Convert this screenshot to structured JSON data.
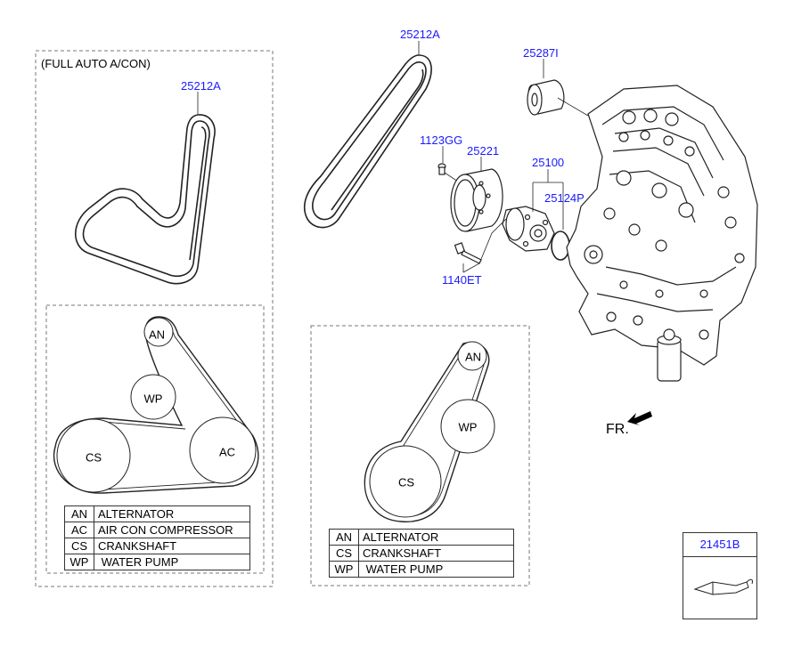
{
  "left_group": {
    "title": "(FULL AUTO A/CON)",
    "belt_part": "25212A"
  },
  "parts": {
    "belt_main": "25212A",
    "idler": "25287I",
    "bolt_small": "1123GG",
    "pulley": "25221",
    "water_pump": "25100",
    "gasket": "25124P",
    "bolt_long": "1140ET"
  },
  "direction": "FR.",
  "ref_box": {
    "part": "21451B"
  },
  "routing_ac": {
    "circles": {
      "an": "AN",
      "wp": "WP",
      "cs": "CS",
      "ac": "AC"
    },
    "legend": [
      {
        "code": "AN",
        "name": "ALTERNATOR"
      },
      {
        "code": "AC",
        "name": "AIR CON COMPRESSOR"
      },
      {
        "code": "CS",
        "name": "CRANKSHAFT"
      },
      {
        "code": "WP",
        "name": " WATER PUMP"
      }
    ]
  },
  "routing_std": {
    "circles": {
      "an": "AN",
      "wp": "WP",
      "cs": "CS"
    },
    "legend": [
      {
        "code": "AN",
        "name": "ALTERNATOR"
      },
      {
        "code": "CS",
        "name": "CRANKSHAFT"
      },
      {
        "code": "WP",
        "name": " WATER PUMP"
      }
    ]
  }
}
